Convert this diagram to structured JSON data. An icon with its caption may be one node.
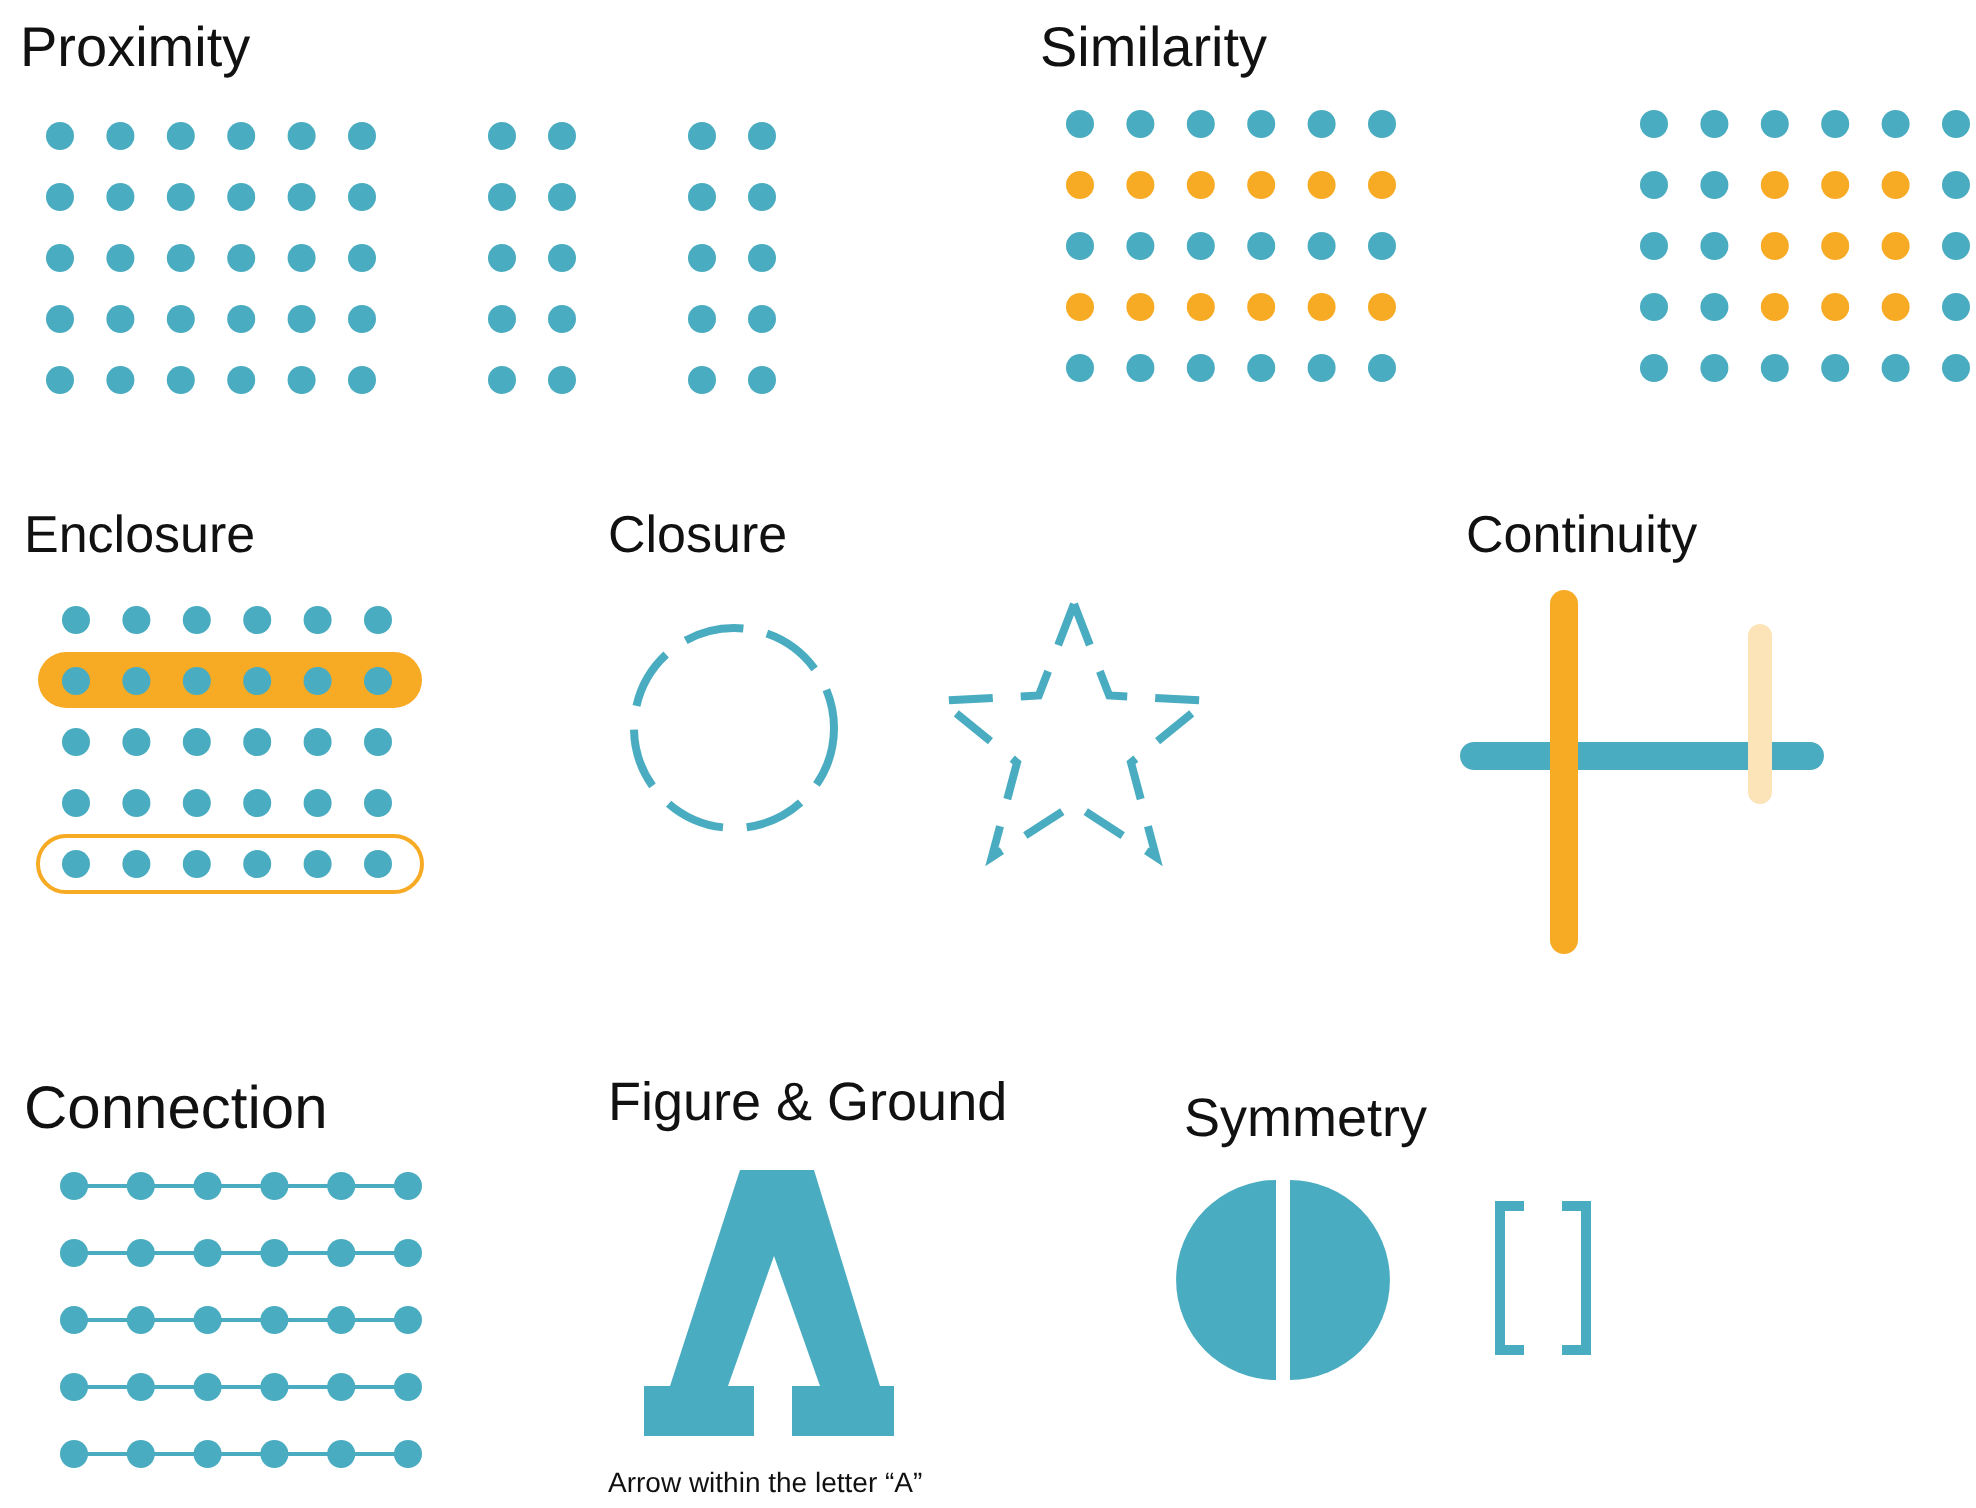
{
  "diagram": {
    "labels": [
      "Proximity",
      "Similarity",
      "Enclosure",
      "Closure",
      "Continuity",
      "Connection",
      "Figure & Ground",
      "Symmetry",
      "Arrow within the letter “A”"
    ]
  }
}
